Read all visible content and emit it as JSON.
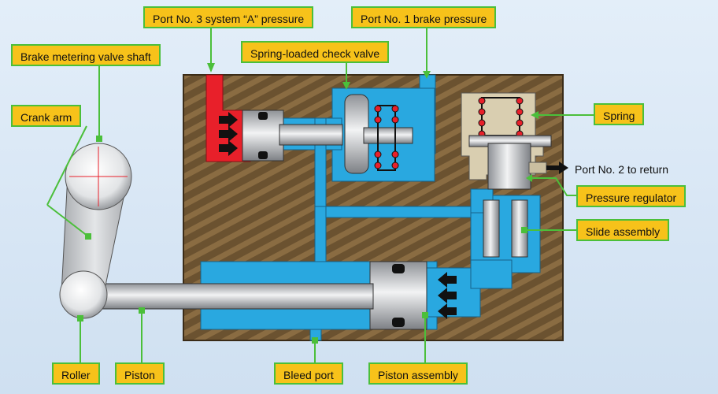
{
  "labels": {
    "port3": "Port No. 3 system “A” pressure",
    "port1": "Port No. 1 brake pressure",
    "check_valve": "Spring-loaded check valve",
    "shaft": "Brake metering valve shaft",
    "crank_arm": "Crank arm",
    "spring": "Spring",
    "port2": "Port No. 2 to return",
    "pressure_regulator": "Pressure regulator",
    "slide_assembly": "Slide assembly",
    "roller": "Roller",
    "piston": "Piston",
    "bleed_port": "Bleed port",
    "piston_assembly": "Piston assembly"
  },
  "colors": {
    "callout_fill": "#f7c21a",
    "callout_border": "#4bbf3a",
    "leader_line": "#4bbf3a",
    "fluid_blue": "#29a8e0",
    "system_a_red": "#e8202a",
    "body_brown": "#6b5230",
    "spring_red": "#e8202a"
  }
}
